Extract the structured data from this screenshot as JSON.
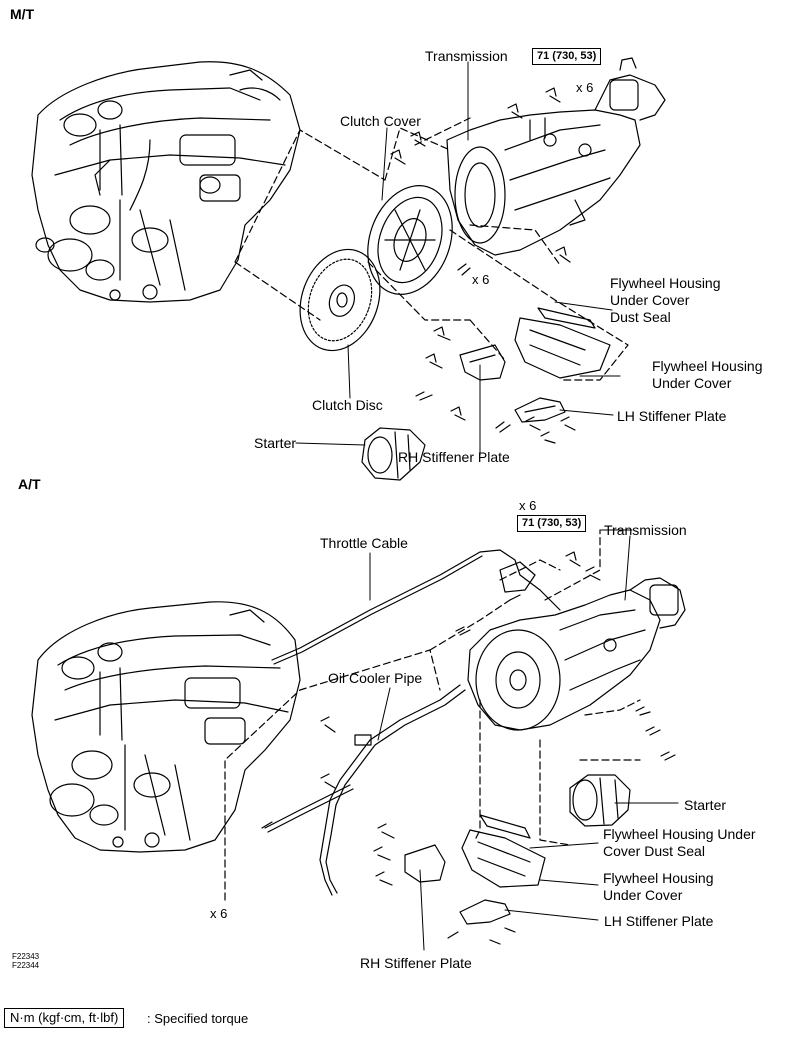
{
  "sections": {
    "mt": "M/T",
    "at": "A/T"
  },
  "mt": {
    "transmission": "Transmission",
    "torque": "71 (730, 53)",
    "bolt_mult_top": "x 6",
    "clutch_cover": "Clutch Cover",
    "bolt_mult_cover": "x 6",
    "clutch_disc": "Clutch Disc",
    "starter": "Starter",
    "dust_seal": [
      "Flywheel Housing",
      "Under Cover",
      "Dust Seal"
    ],
    "under_cover": [
      "Flywheel Housing",
      "Under Cover"
    ],
    "lh_plate": "LH Stiffener Plate",
    "rh_plate": "RH Stiffener Plate"
  },
  "at": {
    "bolt_mult_top": "x 6",
    "torque": "71 (730, 53)",
    "transmission": "Transmission",
    "throttle_cable": "Throttle Cable",
    "oil_cooler_pipe": "Oil Cooler Pipe",
    "starter": "Starter",
    "dust_seal": [
      "Flywheel Housing Under",
      "Cover Dust Seal"
    ],
    "under_cover": [
      "Flywheel Housing",
      "Under Cover"
    ],
    "lh_plate": "LH Stiffener Plate",
    "rh_plate": "RH Stiffener Plate",
    "bolt_mult_bottom": "x 6"
  },
  "figure_codes": [
    "F22343",
    "F22344"
  ],
  "legend": {
    "unit": "N·m (kgf·cm, ft·lbf)",
    "text": ": Specified torque"
  }
}
